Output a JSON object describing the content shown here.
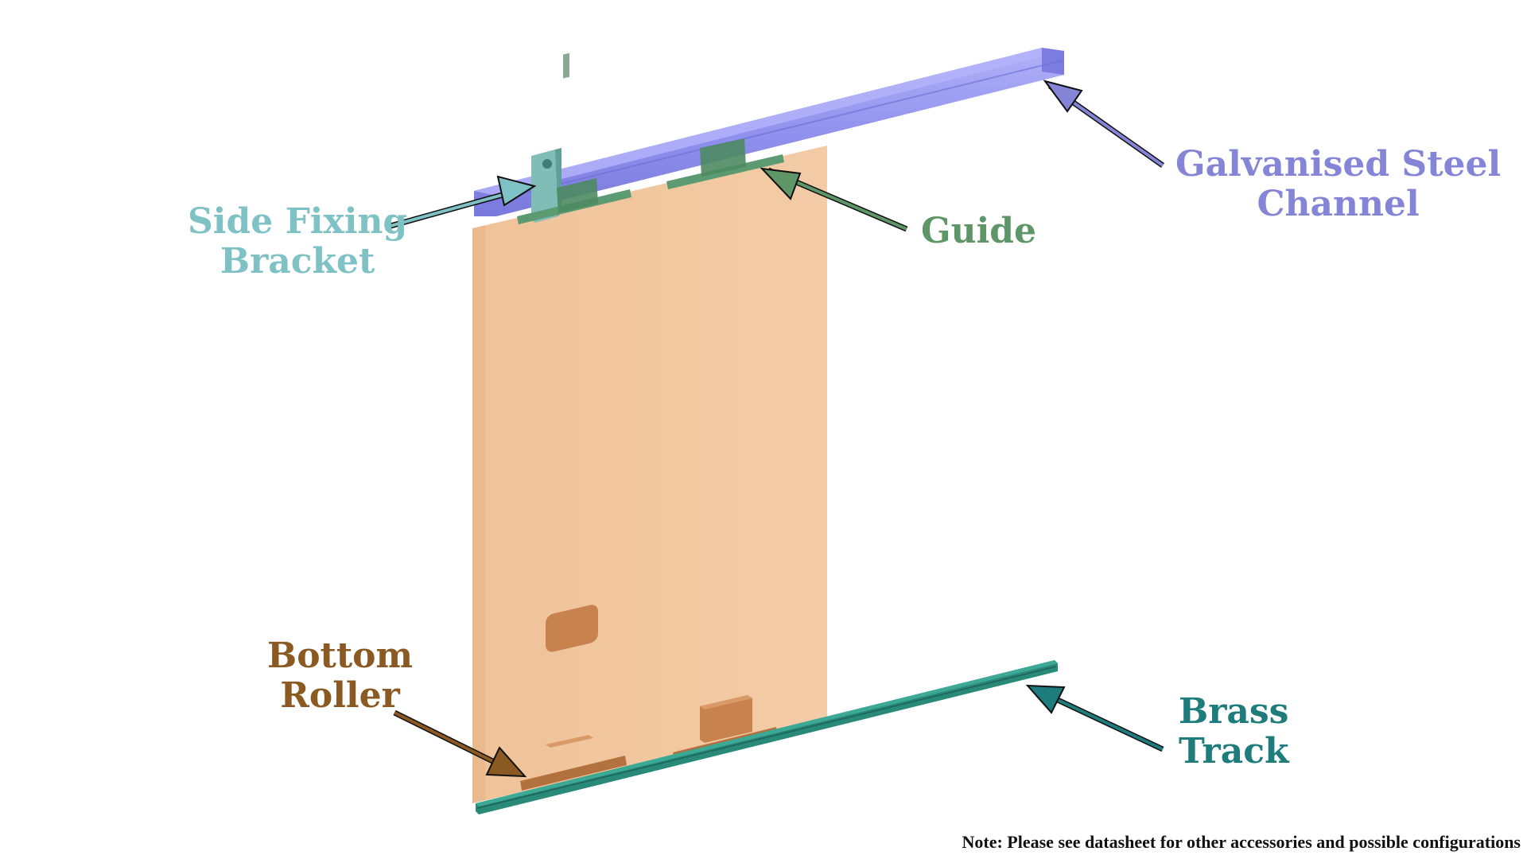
{
  "labels": {
    "galvanised_channel": {
      "line1": "Galvanised Steel",
      "line2": "Channel",
      "color": "#8585d8"
    },
    "guide": {
      "line1": "Guide",
      "color": "#5e9668"
    },
    "side_fixing_bracket": {
      "line1": "Side Fixing",
      "line2": "Bracket",
      "color": "#7fc2c6"
    },
    "bottom_roller": {
      "line1": "Bottom",
      "line2": "Roller",
      "color": "#8a5a22"
    },
    "brass_track": {
      "line1": "Brass",
      "line2": "Track",
      "color": "#1e7c7c"
    }
  },
  "note": "Note: Please see datasheet for other accessories and possible configurations",
  "colors": {
    "door_panel": "#f0c49a",
    "channel": "#8a8aee",
    "guide_part": "#5c9a72",
    "bracket_part": "#7fbdb6",
    "roller_part": "#c8824e",
    "track": "#2a8a7a"
  }
}
